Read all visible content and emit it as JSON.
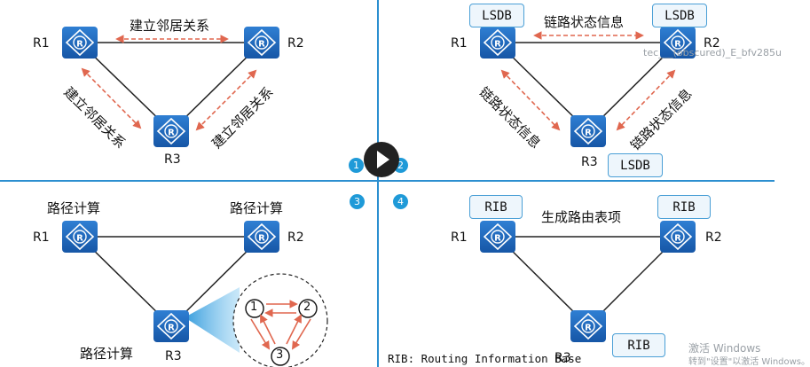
{
  "routers": {
    "r1": "R1",
    "r2": "R2",
    "r3": "R3"
  },
  "quadrant1": {
    "top_label": "建立邻居关系",
    "left_label": "建立邻居关系",
    "right_label": "建立邻居关系"
  },
  "quadrant2": {
    "top_label": "链路状态信息",
    "left_label": "链路状态信息",
    "right_label": "链路状态信息",
    "db_label": "LSDB"
  },
  "quadrant3": {
    "calc_label": "路径计算",
    "node_ids": [
      "1",
      "2",
      "3"
    ]
  },
  "quadrant4": {
    "top_label": "生成路由表项",
    "rib_label": "RIB",
    "footnote": "RIB: Routing Information Base"
  },
  "badges": [
    "1",
    "2",
    "3",
    "4"
  ],
  "watermarks": {
    "top_right": "tec___(obscured)_E_bfv285u",
    "bottom_right_line1": "激活 Windows",
    "bottom_right_line2": "转到\"设置\"以激活 Windows。"
  },
  "colors": {
    "router_blue": "#1a62b5",
    "divider": "#2c8fd0",
    "arrow": "#e0674f",
    "badge": "#1f9ad8"
  }
}
